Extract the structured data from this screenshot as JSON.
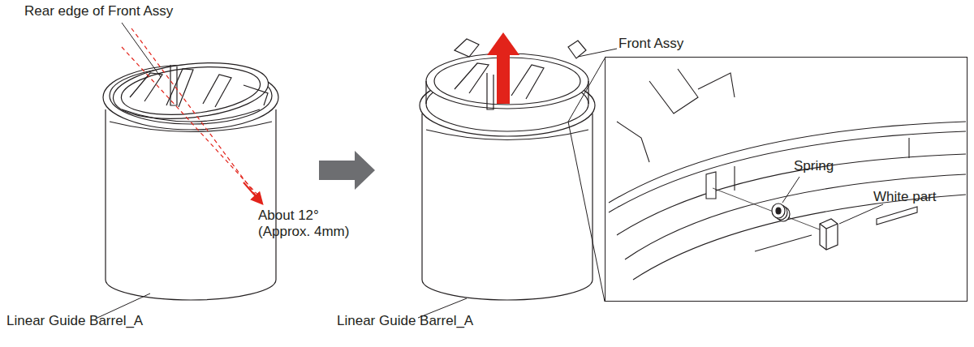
{
  "diagram": {
    "nodes": [
      {
        "text": [
          "Spring",
          "White part"
        ]
      }
    ],
    "labels": [
      "Rear edge of Front Assy",
      "About 12° (Approx. 4mm)",
      "Linear Guide Barrel_A",
      "Front Assy",
      "Linear Guide Barrel_A"
    ]
  }
}
